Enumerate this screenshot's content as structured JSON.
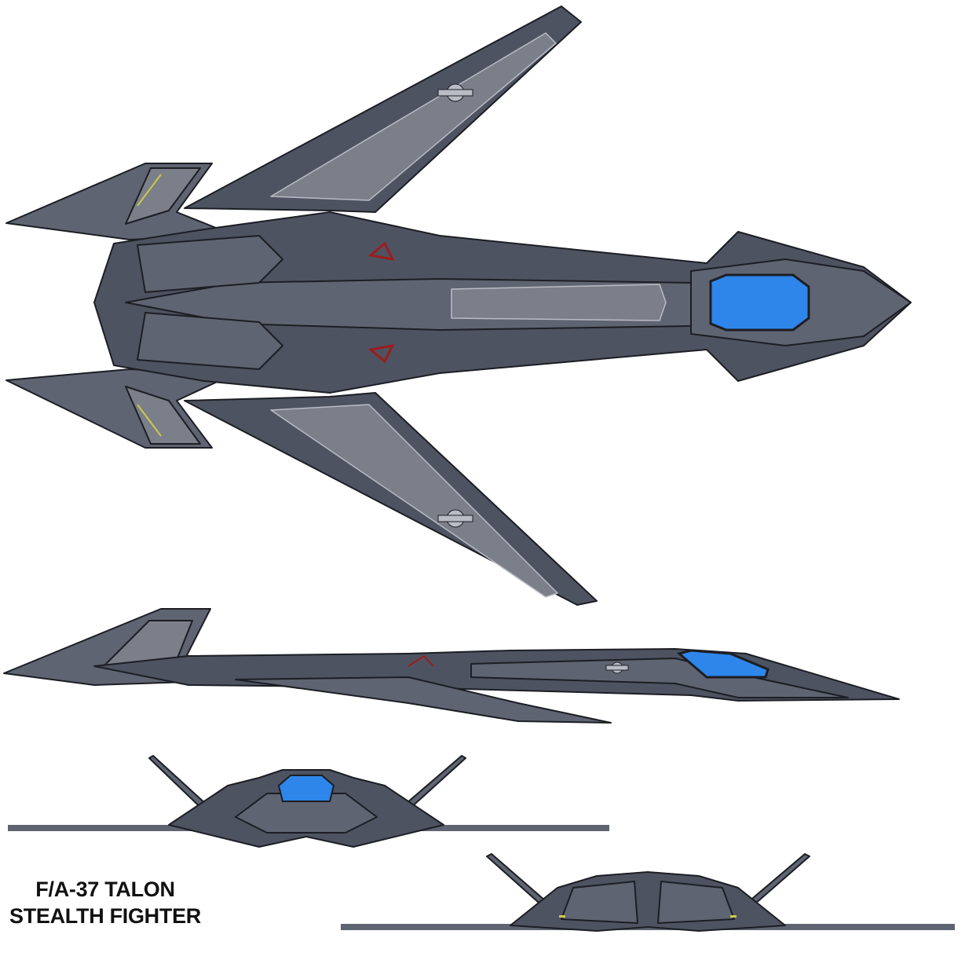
{
  "title": {
    "line1": "F/A-37 TALON",
    "line2": "STEALTH FIGHTER"
  },
  "colors": {
    "background": "#ffffff",
    "body_dark": "#4e5362",
    "body_mid": "#5f6472",
    "panel_light": "#7b7f8a",
    "outline": "#1c1e24",
    "trim": "#b9bcc4",
    "canopy": "#2f86ea",
    "accent_red": "#9b1c1c",
    "accent_yellow": "#c9c94a"
  },
  "views": [
    "top-view",
    "side-view",
    "front-view",
    "rear-view"
  ]
}
